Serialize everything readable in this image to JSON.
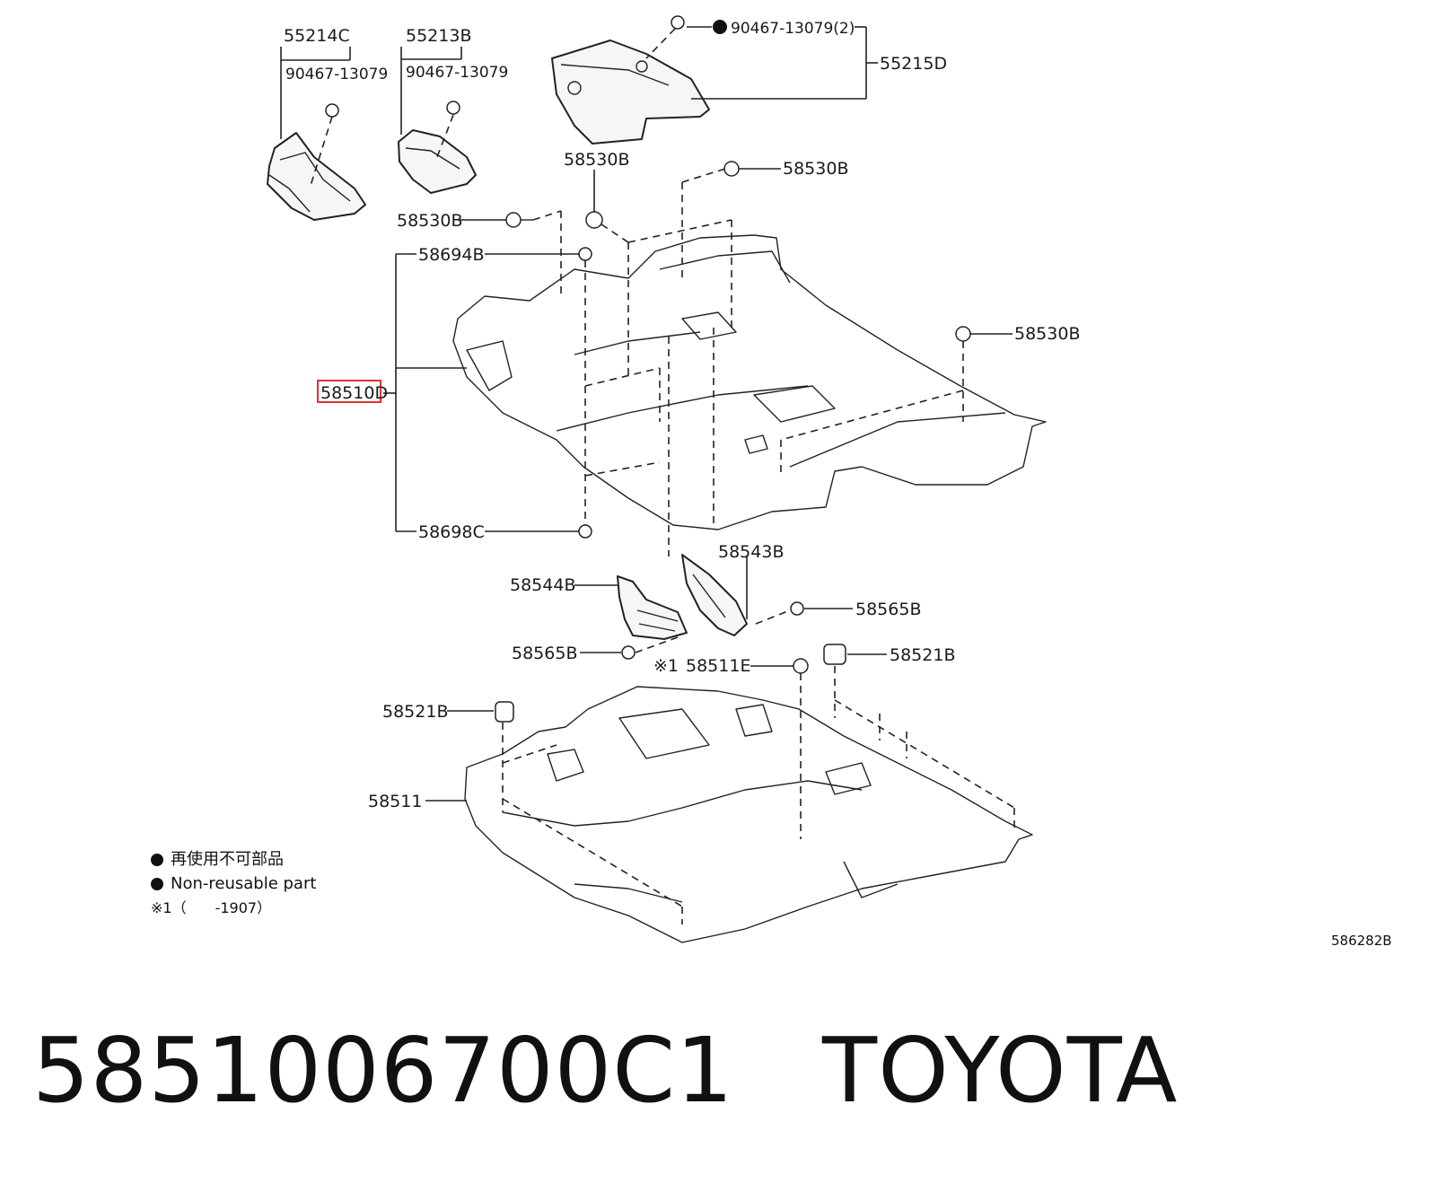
{
  "labels": {
    "p55214C": "55214C",
    "p55213B": "55213B",
    "p90467_left": "90467-13079",
    "p90467_mid": "90467-13079",
    "p90467_top": "90467-13079(2)",
    "p55215D": "55215D",
    "p58530B_a": "58530B",
    "p58530B_b": "58530B",
    "p58530B_c": "58530B",
    "p58530B_d": "58530B",
    "p58694B": "58694B",
    "p58510D": "58510D",
    "p58698C": "58698C",
    "p58543B": "58543B",
    "p58544B": "58544B",
    "p58565B_a": "58565B",
    "p58565B_b": "58565B",
    "p58511E": "58511E",
    "p58511E_mark": "※1",
    "p58521B_a": "58521B",
    "p58521B_b": "58521B",
    "p58511": "58511"
  },
  "legend": {
    "non_reusable_jp": "再使用不可部品",
    "non_reusable_en": "Non-reusable part",
    "note1": "※1（　　-1907）"
  },
  "diagram_code": "586282B",
  "caption": "5851006700C1   TOYOTA",
  "colors": {
    "highlight": "#e03030",
    "ink": "#222222"
  }
}
